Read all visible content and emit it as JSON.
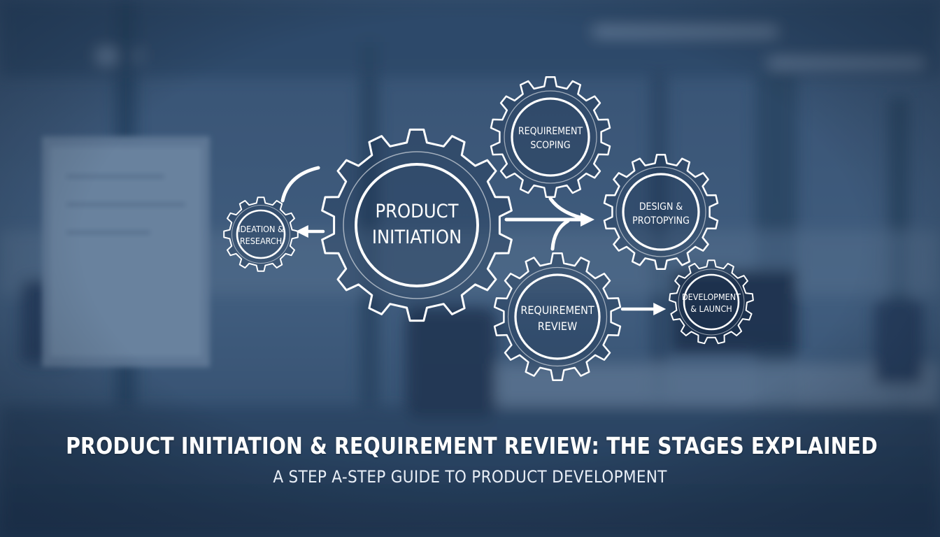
{
  "diagram": {
    "title": "PRODUCT INITIATION & REQUIREMENT REVIEW: THE STAGES EXPLAINED",
    "subtitle": "A STEP A-STEP GUIDE TO PRODUCT DEVELOPMENT",
    "gears": {
      "ideation": {
        "lines": [
          "IDEATION &",
          "RESEARCH"
        ]
      },
      "initiation": {
        "lines": [
          "PRODUCT",
          "INITIATION"
        ]
      },
      "scoping": {
        "lines": [
          "REQUIREMENT",
          "SCOPING"
        ]
      },
      "design": {
        "lines": [
          "DESIGN &",
          "PROTOPYING"
        ]
      },
      "review": {
        "lines": [
          "REQUIREMENT",
          "REVIEW"
        ]
      },
      "launch": {
        "lines": [
          "DEVELOPMENT",
          "& LAUNCH"
        ]
      }
    }
  },
  "colors": {
    "overlay": "#2b4565",
    "line": "#ffffff"
  }
}
